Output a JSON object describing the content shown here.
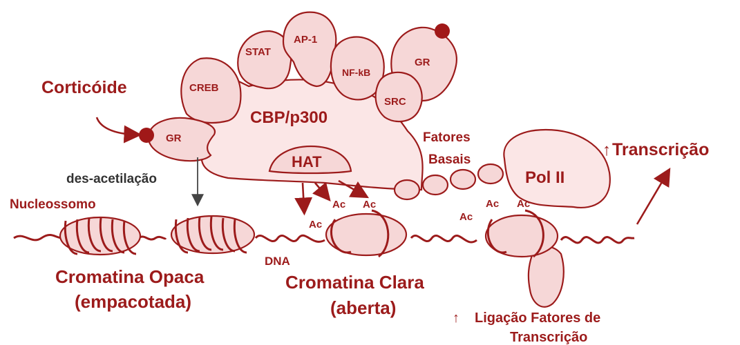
{
  "colors": {
    "accent": "#9c1b1b",
    "fill": "#f6d7d7",
    "text_dark": "#333333"
  },
  "labels": {
    "corticoide": "Corticóide",
    "gr_left": "GR",
    "gr_top": "GR",
    "creb": "CREB",
    "stat": "STAT",
    "ap1": "AP-1",
    "nfkb": "NF-kB",
    "src": "SRC",
    "cbp": "CBP/p300",
    "hat": "HAT",
    "fatores": "Fatores",
    "basais": "Basais",
    "pol2": "Pol II",
    "transcricao": "Transcrição",
    "transcricao_arrow": "↑",
    "desacetilacao": "des-acetilação",
    "nucleossomo": "Nucleossomo",
    "dna": "DNA",
    "ac": "Ac",
    "cromatina_opaca": "Cromatina Opaca",
    "empacotada": "(empacotada)",
    "cromatina_clara": "Cromatina Clara",
    "aberta": "(aberta)",
    "ligacao_arrow": "↑",
    "ligacao": "Ligação Fatores de",
    "ligacao_2": "Transcrição"
  }
}
